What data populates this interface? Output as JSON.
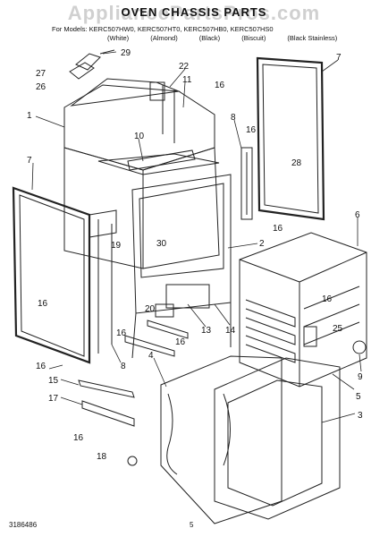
{
  "watermark": "AppliancePartsPros.com",
  "title": "OVEN CHASSIS PARTS",
  "models_line": "For Models: KERC507HW0, KERC507HT0, KERC507HB0, KERC507HS0",
  "colors": [
    "(White)",
    "(Almond)",
    "(Black)",
    "(Biscuit)",
    "(Black Stainless)"
  ],
  "callouts": [
    "1",
    "2",
    "3",
    "4",
    "5",
    "6",
    "7",
    "7",
    "8",
    "8",
    "9",
    "10",
    "11",
    "13",
    "14",
    "15",
    "16",
    "16",
    "16",
    "16",
    "16",
    "16",
    "16",
    "16",
    "16",
    "17",
    "18",
    "19",
    "20",
    "22",
    "25",
    "26",
    "27",
    "28",
    "29",
    "30"
  ],
  "footer": {
    "doc_number": "3186486",
    "page": "5"
  }
}
